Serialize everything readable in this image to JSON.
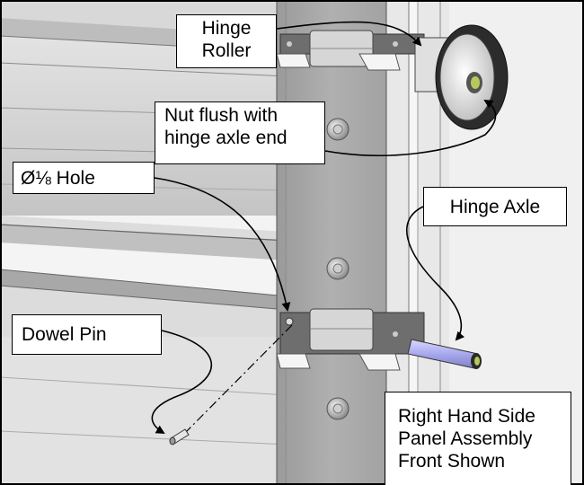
{
  "callouts": {
    "hinge_roller": {
      "lines": [
        "Hinge",
        "Roller"
      ]
    },
    "nut_flush": {
      "lines": [
        "Nut flush with",
        "hinge axle end"
      ]
    },
    "hole": {
      "lines": [
        "Ø⅛ Hole"
      ]
    },
    "hinge_axle": {
      "lines": [
        "Hinge Axle"
      ]
    },
    "dowel_pin": {
      "lines": [
        "Dowel Pin"
      ]
    },
    "assembly_note": {
      "lines": [
        "Right Hand Side",
        "Panel Assembly",
        "Front Shown"
      ]
    }
  },
  "colors": {
    "rail": "#cfcfcf",
    "rail_light": "#ececec",
    "panel": "#a6a6a6",
    "axle": "#b8b8f0",
    "roller": "#efefef",
    "line": "#000000"
  }
}
